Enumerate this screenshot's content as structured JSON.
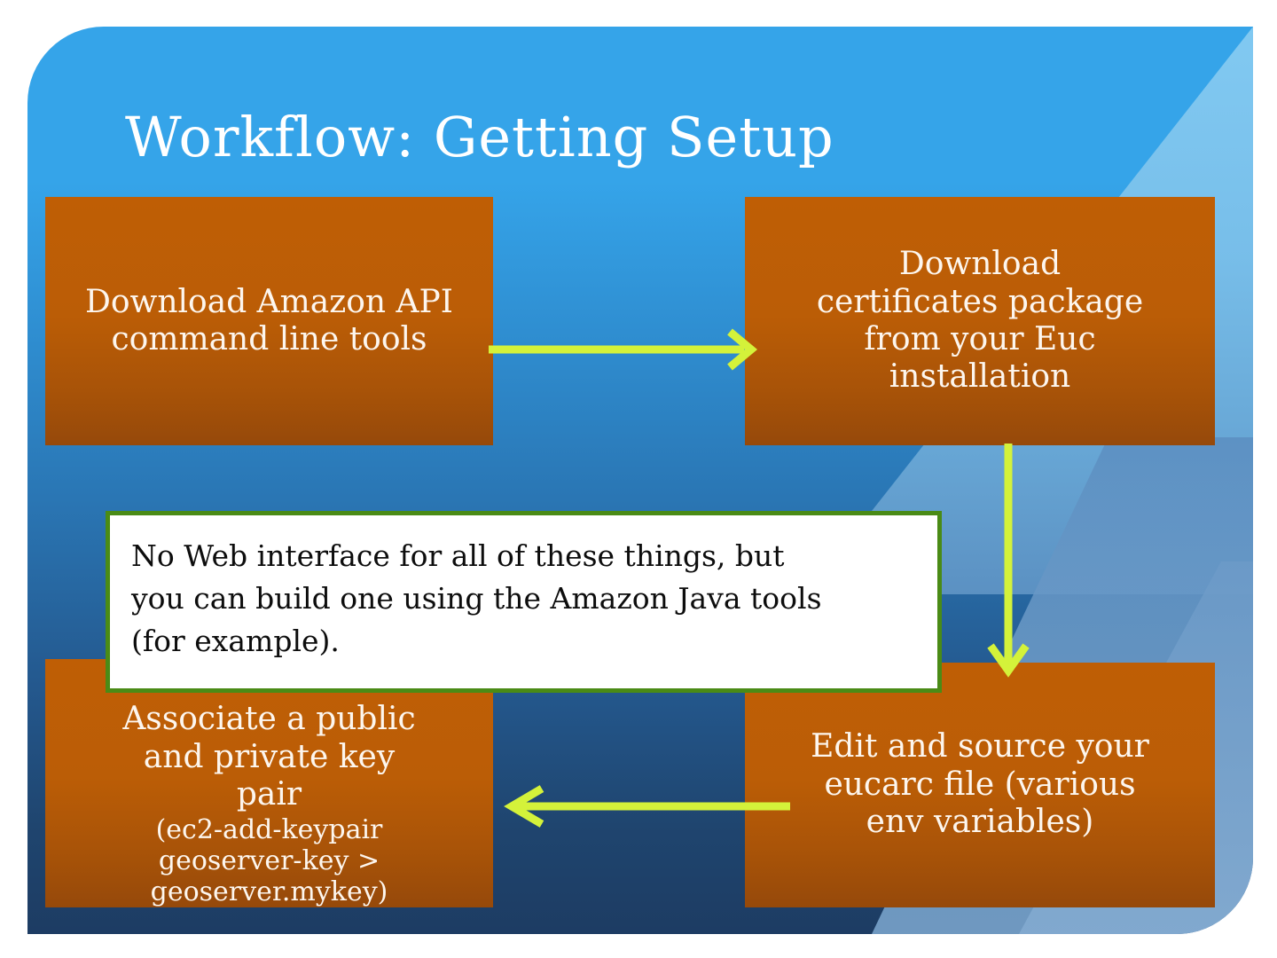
{
  "slide": {
    "title": "Workflow: Getting Setup",
    "theme": {
      "background_top": "#35a4e9",
      "background_bottom": "#1d3c63",
      "box_fill": "#bf5e05",
      "box_text": "#fdf6ee",
      "arrow_color": "#d4f23a",
      "note_border": "#4a8b16",
      "note_background": "#ffffff",
      "note_text": "#0d0d0d",
      "title_color": "#ffffff"
    }
  },
  "boxes": [
    {
      "id": "tools",
      "label": "Download Amazon API command line tools",
      "lines": [
        "Download Amazon API",
        "command line tools"
      ]
    },
    {
      "id": "certs",
      "label": "Download certificates package from your Euc installation",
      "lines": [
        "Download",
        "certificates package",
        "from your Euc",
        "installation"
      ]
    },
    {
      "id": "keypair",
      "label": "Associate a public and private key pair (ec2-add-keypair geoserver-key > geoserver.mykey)",
      "lines": [
        "Associate a public",
        "and private key",
        "pair"
      ],
      "command_lines": [
        "(ec2-add-keypair",
        "geoserver-key >",
        "geoserver.mykey)"
      ]
    },
    {
      "id": "eucarc",
      "label": "Edit and source your eucarc file (various env variables)",
      "lines": [
        "Edit and source your",
        "eucarc file (various",
        "env variables)"
      ]
    }
  ],
  "arrows": [
    {
      "id": "tools-to-certs",
      "from": "tools",
      "to": "certs",
      "direction": "right"
    },
    {
      "id": "certs-to-eucarc",
      "from": "certs",
      "to": "eucarc",
      "direction": "down"
    },
    {
      "id": "eucarc-to-keypair",
      "from": "eucarc",
      "to": "keypair",
      "direction": "left"
    }
  ],
  "note": {
    "text": "No Web interface for all of these things, but you can build one using the Amazon Java tools (for example).",
    "lines": [
      "No Web interface for all of these things, but",
      "you can build one using the Amazon Java tools",
      "(for example)."
    ]
  }
}
